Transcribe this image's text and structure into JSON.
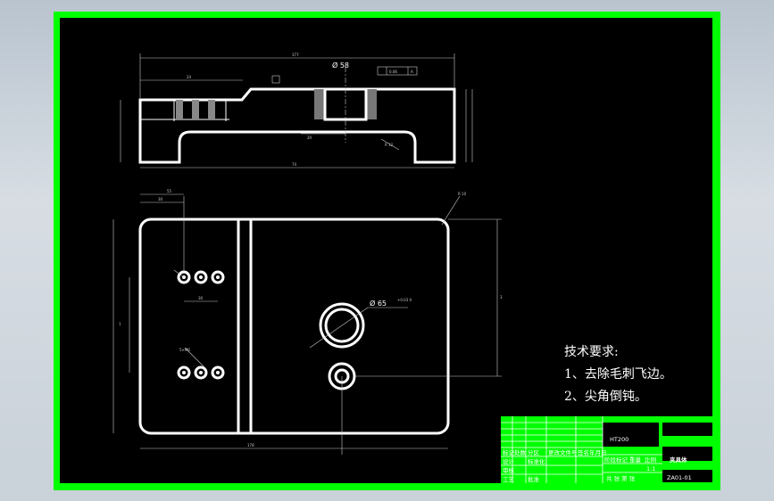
{
  "drawing": {
    "top_view": {
      "dim_overall": "377",
      "dim_left": "24",
      "dim_bottom": "74",
      "dim_bore_bottom": "20",
      "hole_dia": "Ø 58",
      "datum": "A",
      "tolerance": "0.06",
      "radius": "R 12"
    },
    "plan_view": {
      "dim_width": "178",
      "dim_top1": "55",
      "dim_top2": "30",
      "dim_between": "30",
      "dim_left_height": "1",
      "dim_right_height": "3",
      "hole_callout": "5×M6",
      "corner_radius": "R 10",
      "bore_dia": "Ø 65",
      "bore_tol": "+0.03 0"
    },
    "technical_requirements": {
      "heading": "技术要求:",
      "items": [
        "1、去除毛刺飞边。",
        "2、尖角倒钝。"
      ]
    },
    "title_block": {
      "material": "HT200",
      "part_name": "夹具体",
      "drawing_no": "ZA01-01",
      "row_labels": [
        "标记",
        "处数",
        "分区",
        "更改文件号",
        "签名",
        "年月日"
      ],
      "design": "设计",
      "standardize": "标准化",
      "review": "审核",
      "process": "工艺",
      "approve": "批准",
      "stage_mark": "阶段标记",
      "weight": "重量",
      "scale": "比例",
      "scale_value": "1:1",
      "sheets": "共 张 第 张"
    }
  }
}
